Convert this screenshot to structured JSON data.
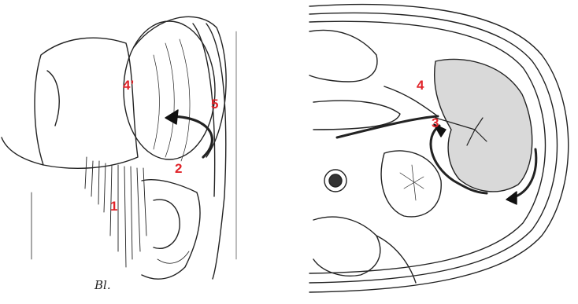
{
  "figure": {
    "left_panel": {
      "labels": {
        "label_1": "1",
        "label_2": "2",
        "label_4_prime": "4’",
        "label_5": "5"
      },
      "signature": "Bl."
    },
    "right_panel": {
      "labels": {
        "label_3": "3",
        "label_4": "4"
      }
    },
    "label_color": "#e0242a"
  }
}
